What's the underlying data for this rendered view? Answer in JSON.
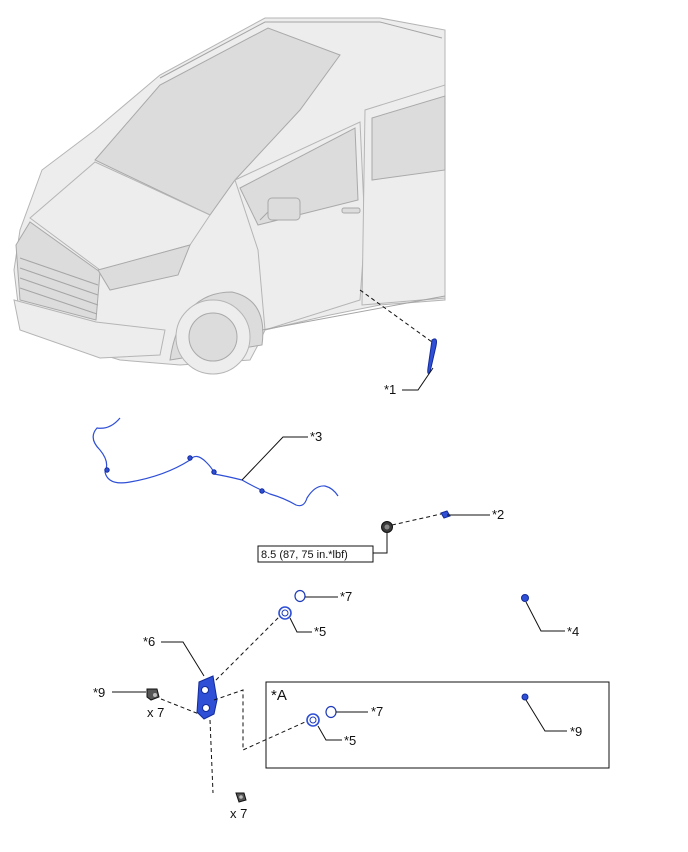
{
  "callouts": {
    "c1": "*1",
    "c2": "*2",
    "c3": "*3",
    "c4": "*4",
    "c5a": "*5",
    "c5b": "*5",
    "c6": "*6",
    "c7a": "*7",
    "c7b": "*7",
    "c9a": "*9",
    "c9b": "*9"
  },
  "torque_spec": "8.5 (87, 75 in.*lbf)",
  "quantities": {
    "bolts_left": "x 7",
    "bolts_bottom": "x 7"
  },
  "inset": {
    "label": "*A"
  }
}
